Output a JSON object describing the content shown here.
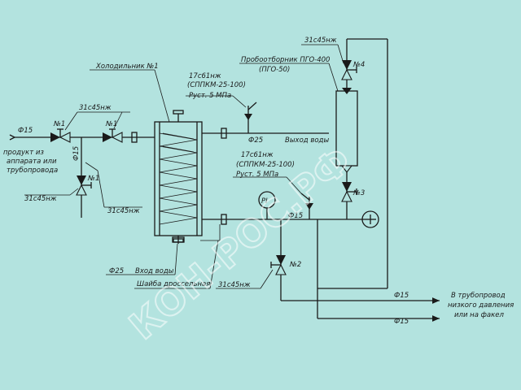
{
  "labels": {
    "product_in": "продукт из",
    "product_in_2": "аппарата или",
    "product_in_3": "трубопровода",
    "d15_left": "Ф15",
    "d15_vertical": "Ф15",
    "valve_top_code": "31с45нж",
    "valve_n1_a": "№1",
    "valve_n1_b": "№1",
    "valve_n1_c": "№1",
    "valve_bottom_left_code": "31с45нж",
    "valve_mid_code": "31с45нж",
    "cooler_title": "Холодильник №1",
    "safety1_code": "17с61нж",
    "safety1_model": "(СППКМ-25-100)",
    "safety1_press": "Руст. 5 МПа",
    "d25_out": "Ф25",
    "water_out": "Выход воды",
    "sampler": "Пробоотборник ПГО-400",
    "sampler_2": "(ПГО-50)",
    "valve_n4_code": "31с45нж",
    "valve_n4": "№4",
    "valve_n3": "№3",
    "safety2_code": "17с61нж",
    "safety2_model": "(СППКМ-25-100)",
    "safety2_press": "Руст. 5 МПа",
    "pi": "PI",
    "d15_mid": "Ф15",
    "d25_in": "Ф25",
    "water_in": "Вход воды",
    "valve_n2": "№2",
    "valve_n2_code": "31с45нж",
    "throttle": "Шайба дроссельная",
    "d15_right1": "Ф15",
    "d15_right2": "Ф15",
    "to_pipe": "В трубопровод",
    "to_pipe_2": "низкого давления",
    "to_pipe_3": "или на факел"
  },
  "watermark": "КОН-РОС.РФ",
  "colors": {
    "background": "#b3e3df",
    "line": "#1a1a1a"
  }
}
